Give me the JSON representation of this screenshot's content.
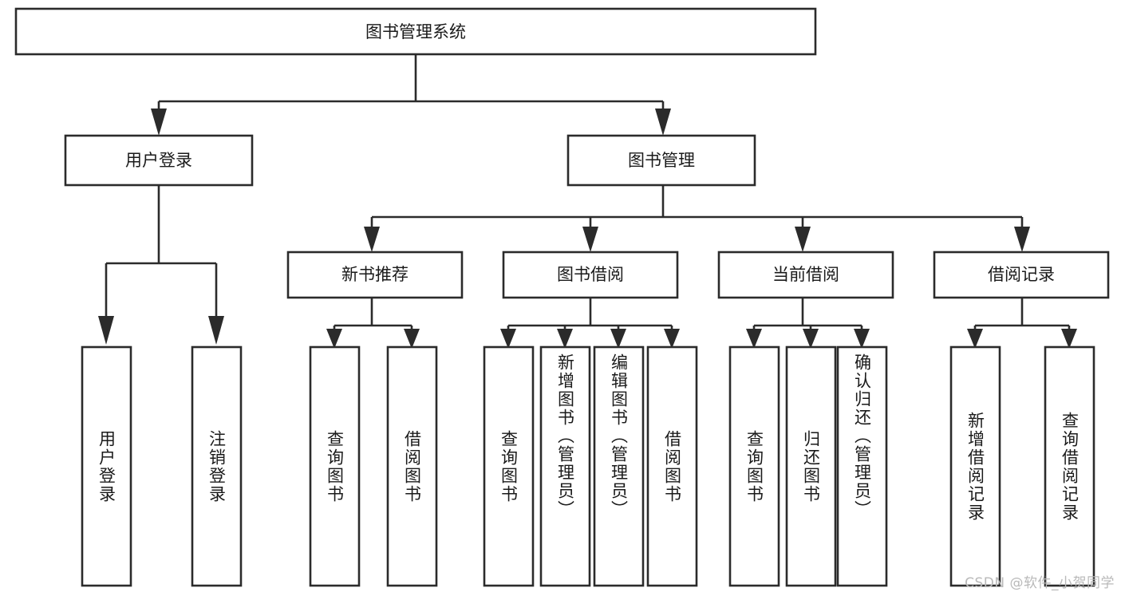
{
  "diagram": {
    "type": "tree",
    "title": "图书管理系统",
    "watermark": "CSDN @软件_小贺同学",
    "colors": {
      "stroke": "#2b2b2b",
      "fill": "#ffffff",
      "text": "#1a1a1a",
      "watermark": "#b9b9b9",
      "background": "#ffffff"
    },
    "levels": {
      "root": {
        "label": "图书管理系统"
      },
      "level2": [
        {
          "id": "user-login",
          "label": "用户登录"
        },
        {
          "id": "book-management",
          "label": "图书管理"
        }
      ],
      "level3": [
        {
          "id": "new-book-recommend",
          "label": "新书推荐"
        },
        {
          "id": "book-borrow",
          "label": "图书借阅"
        },
        {
          "id": "current-borrow",
          "label": "当前借阅"
        },
        {
          "id": "borrow-record",
          "label": "借阅记录"
        }
      ],
      "leaves": [
        {
          "id": "leaf-user-login",
          "label": "用户登录",
          "parent": "user-login"
        },
        {
          "id": "leaf-logout-login",
          "label": "注销登录",
          "parent": "user-login"
        },
        {
          "id": "leaf-query-book-1",
          "label": "查询图书",
          "parent": "new-book-recommend"
        },
        {
          "id": "leaf-borrow-book-1",
          "label": "借阅图书",
          "parent": "new-book-recommend"
        },
        {
          "id": "leaf-query-book-2",
          "label": "查询图书",
          "parent": "book-borrow"
        },
        {
          "id": "leaf-add-book",
          "label": "新增图书（管理员）",
          "parent": "book-borrow"
        },
        {
          "id": "leaf-edit-book",
          "label": "编辑图书（管理员）",
          "parent": "book-borrow"
        },
        {
          "id": "leaf-borrow-book-2",
          "label": "借阅图书",
          "parent": "book-borrow"
        },
        {
          "id": "leaf-query-book-3",
          "label": "查询图书",
          "parent": "current-borrow"
        },
        {
          "id": "leaf-return-book",
          "label": "归还图书",
          "parent": "current-borrow"
        },
        {
          "id": "leaf-confirm-return",
          "label": "确认归还（管理员）",
          "parent": "current-borrow"
        },
        {
          "id": "leaf-add-record",
          "label": "新增借阅记录",
          "parent": "borrow-record"
        },
        {
          "id": "leaf-query-record",
          "label": "查询借阅记录",
          "parent": "borrow-record"
        }
      ]
    }
  }
}
